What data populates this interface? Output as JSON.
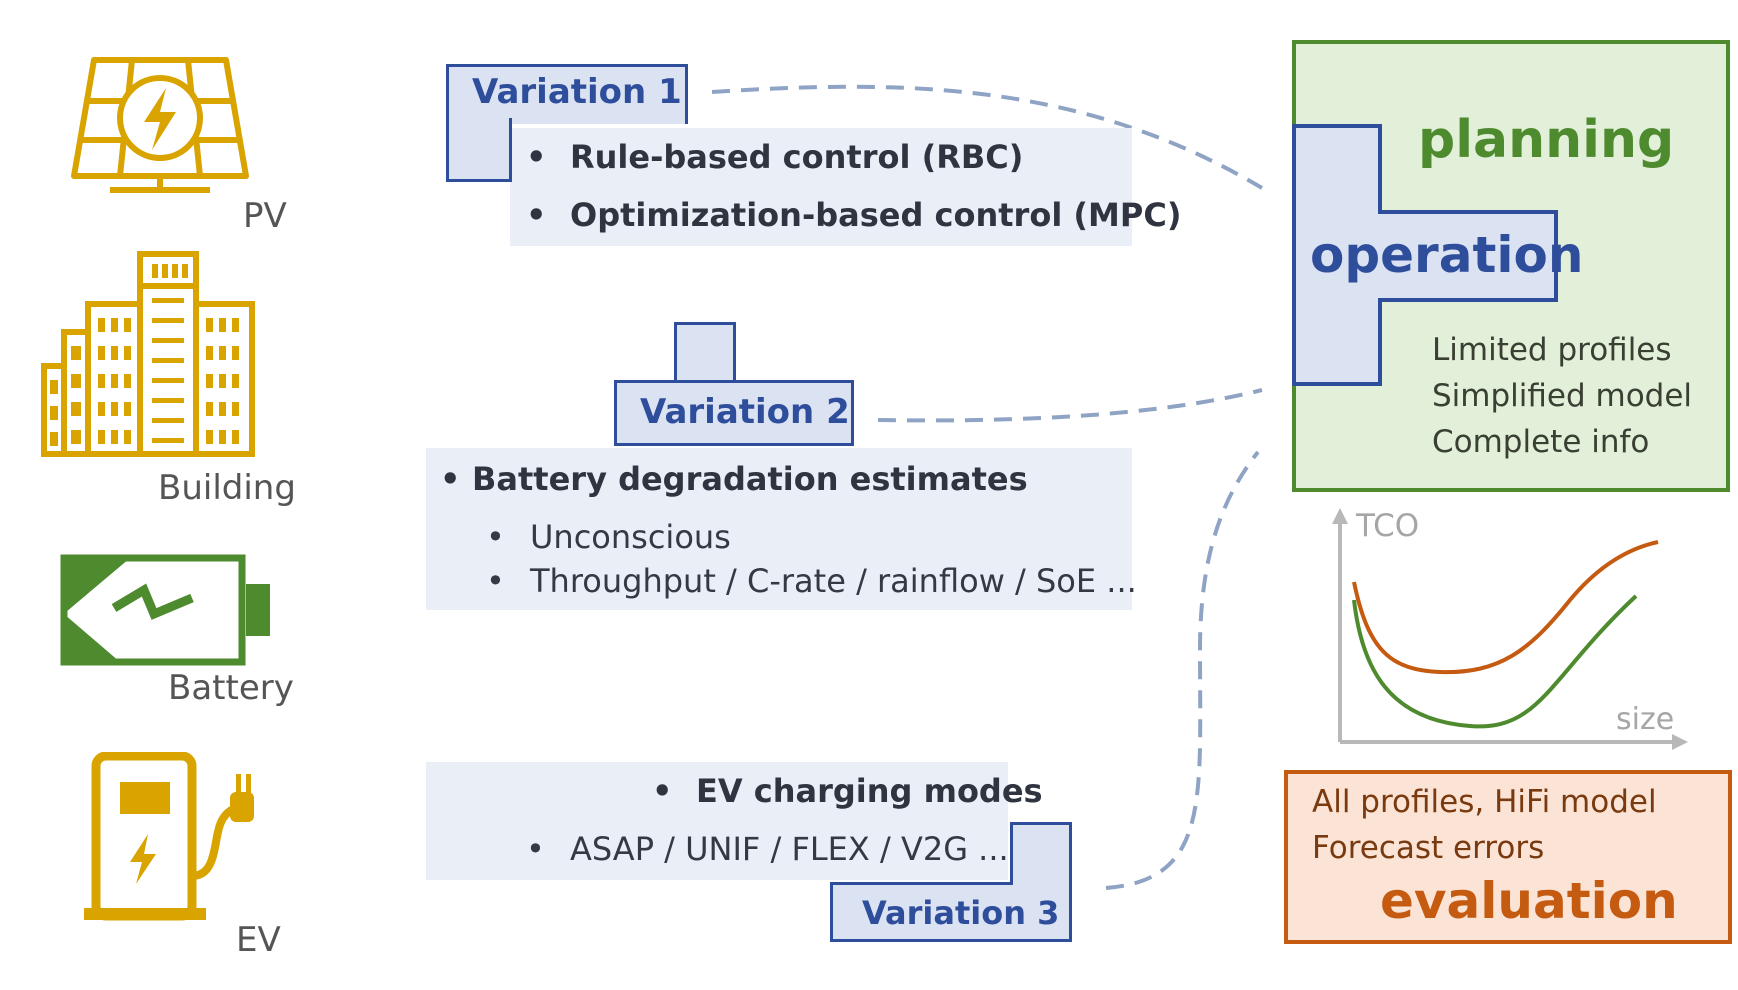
{
  "components": {
    "pv": "PV",
    "building": "Building",
    "battery": "Battery",
    "ev": "EV"
  },
  "variation1": {
    "title": "Variation 1",
    "items": [
      "Rule-based control (RBC)",
      "Optimization-based control (MPC)"
    ]
  },
  "variation2": {
    "title": "Variation 2",
    "heading": "Battery degradation estimates",
    "items": [
      "Unconscious",
      "Throughput / C-rate / rainflow / SoE ..."
    ]
  },
  "variation3": {
    "title": "Variation 3",
    "heading": "EV charging modes",
    "items": [
      "ASAP / UNIF / FLEX / V2G ..."
    ]
  },
  "planning_box": {
    "title": "planning",
    "operation": "operation",
    "notes": [
      "Limited profiles",
      "Simplified model",
      "Complete info"
    ]
  },
  "tco_chart": {
    "ylabel": "TCO",
    "xlabel": "size"
  },
  "evaluation_box": {
    "notes": [
      "All profiles, HiFi model",
      "Forecast errors"
    ],
    "title": "evaluation"
  },
  "colors": {
    "icon_gold": "#d9a300",
    "battery_green": "#4e8a2e",
    "variation_blue": "#2e4d9b",
    "planning_green": "#4e8a2e",
    "planning_fill": "#e2efd9",
    "evaluation_orange": "#c55a11",
    "evaluation_fill": "#fbe4d5",
    "connector": "#8fa3c4"
  },
  "icons": [
    "solar-panel-icon",
    "building-icon",
    "battery-icon",
    "ev-charger-icon"
  ]
}
